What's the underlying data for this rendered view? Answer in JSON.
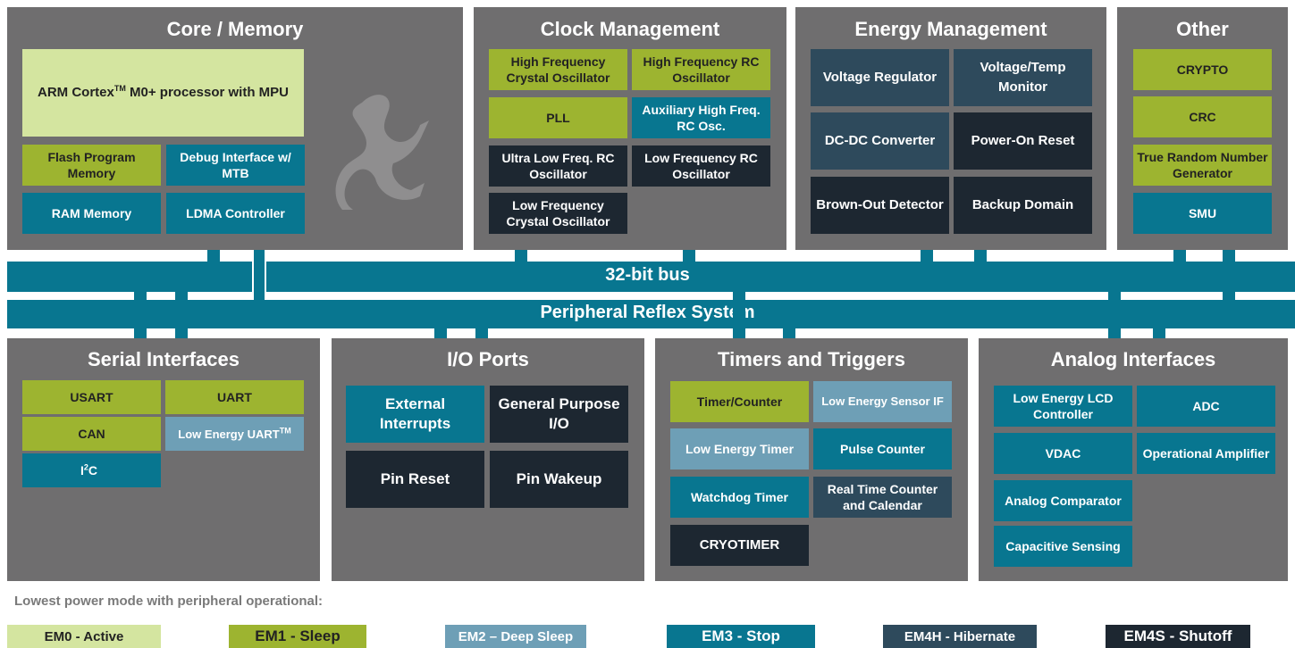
{
  "panels": {
    "core_memory": "Core / Memory",
    "clock": "Clock Management",
    "energy": "Energy Management",
    "other": "Other",
    "serial": "Serial Interfaces",
    "io": "I/O Ports",
    "timers": "Timers and Triggers",
    "analog": "Analog Interfaces"
  },
  "core": {
    "arm_pre": "ARM Cortex",
    "arm_tm": "TM",
    "arm_post": " M0+ processor with MPU",
    "flash": "Flash Program Memory",
    "debug": "Debug Interface w/ MTB",
    "ram": "RAM Memory",
    "ldma": "LDMA Controller"
  },
  "clock": {
    "hfxo": "High Frequency Crystal Oscillator",
    "hfrco": "High Frequency RC Oscillator",
    "pll": "PLL",
    "aux": "Auxiliary High Freq. RC Osc.",
    "ulfrco": "Ultra Low Freq. RC Oscillator",
    "lfrco": "Low Frequency RC Oscillator",
    "lfxo": "Low Frequency Crystal Oscillator"
  },
  "energy": {
    "vreg": "Voltage Regulator",
    "vtemp": "Voltage/Temp Monitor",
    "dcdc": "DC-DC Converter",
    "por": "Power-On Reset",
    "bod": "Brown-Out Detector",
    "backup": "Backup Domain"
  },
  "other": {
    "crypto": "CRYPTO",
    "crc": "CRC",
    "trng": "True Random Number Generator",
    "smu": "SMU"
  },
  "bus": {
    "bus32": "32-bit bus",
    "prs": "Peripheral Reflex System"
  },
  "serial": {
    "usart": "USART",
    "uart": "UART",
    "can": "CAN",
    "leuart": "Low Energy UART",
    "leuart_tm": "TM",
    "i2c_i": "I",
    "i2c_sup": "2",
    "i2c_c": "C"
  },
  "io": {
    "extint": "External Interrupts",
    "gpio": "General Purpose I/O",
    "pinreset": "Pin Reset",
    "pinwakeup": "Pin Wakeup"
  },
  "timers": {
    "timer": "Timer/Counter",
    "lesense": "Low Energy Sensor IF",
    "letimer": "Low Energy Timer",
    "pcnt": "Pulse Counter",
    "wdog": "Watchdog Timer",
    "rtcc": "Real Time Counter and Calendar",
    "cryotimer": "CRYOTIMER"
  },
  "analog": {
    "lcd": "Low Energy LCD Controller",
    "adc": "ADC",
    "vdac": "VDAC",
    "opamp": "Operational Amplifier",
    "acmp": "Analog Comparator",
    "csen": "Capacitive Sensing"
  },
  "legend": {
    "title": "Lowest power mode with peripheral operational:",
    "em0": "EM0 - Active",
    "em1": "EM1 - Sleep",
    "em2": "EM2 – Deep Sleep",
    "em3": "EM3 - Stop",
    "em4h": "EM4H - Hibernate",
    "em4s": "EM4S - Shutoff"
  },
  "colors": {
    "panel": "#6f6e6f",
    "em0": "#d4e5a0",
    "em1": "#9db430",
    "em2": "#6e9fb6",
    "em3": "#087690",
    "em4h": "#2e4a5c",
    "em4s": "#1d2731"
  },
  "icons": {
    "gecko": "gecko-logo-icon"
  }
}
